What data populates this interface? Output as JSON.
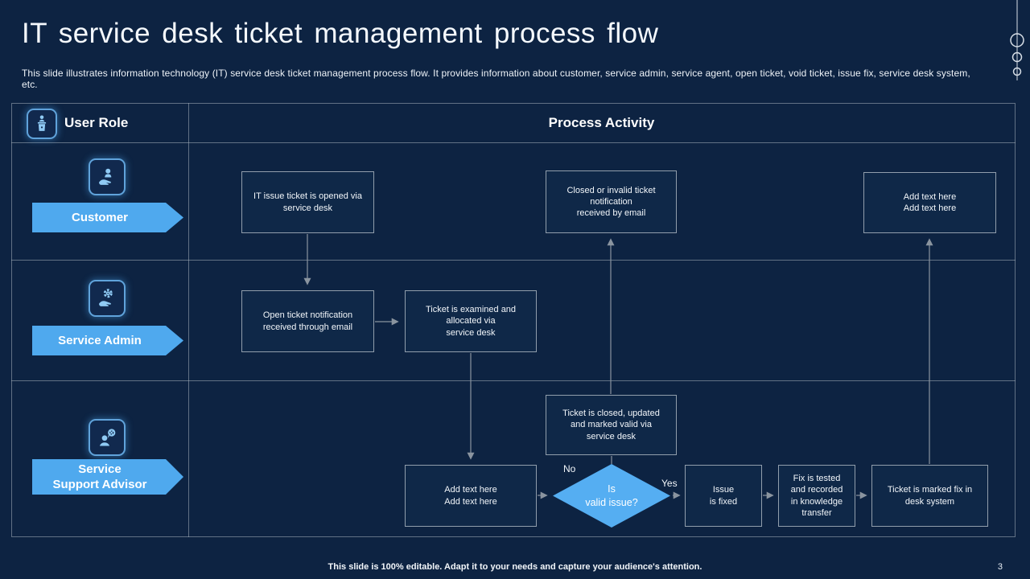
{
  "slide": {
    "title": "IT service desk ticket management process flow",
    "subtitle": "This slide illustrates information technology (IT) service desk ticket management process flow. It provides information about customer, service admin, service agent, open ticket, void ticket,  issue fix, service desk system, etc.",
    "footer_note": "This slide is 100% editable. Adapt it to your needs and capture your audience's attention.",
    "page_number": "3"
  },
  "swimlane": {
    "headers": {
      "role": "User Role",
      "role_icon": "podium-user-icon",
      "activity": "Process Activity"
    },
    "lanes": [
      {
        "label": "Customer",
        "icon": "customer-care-icon"
      },
      {
        "label": "Service Admin",
        "icon": "hand-gear-icon"
      },
      {
        "label": "Service\nSupport Advisor",
        "icon": "support-advisor-icon"
      }
    ]
  },
  "flow": {
    "boxes": {
      "open_ticket": "IT issue ticket is opened via\nservice desk",
      "closed_notification": "Closed or invalid ticket\nnotification\nreceived by email",
      "add_text_top": "Add text here\nAdd text here",
      "open_notification": "Open ticket notification\nreceived through email",
      "examined": "Ticket is examined and\nallocated via\nservice desk",
      "ticket_closed": "Ticket is closed, updated\nand marked valid via\nservice desk",
      "add_text_bottom": "Add text here\nAdd text here",
      "issue_fixed": "Issue\nis fixed",
      "fix_tested": "Fix is tested\nand recorded\nin knowledge\ntransfer",
      "ticket_marked": "Ticket is marked  fix in\ndesk system"
    },
    "decision": {
      "question": "Is\nvalid issue?",
      "no_label": "No",
      "yes_label": "Yes"
    }
  },
  "colors": {
    "background": "#0d2342",
    "accent_blue": "#4fa9ee",
    "diamond_blue": "#55aef2",
    "box_fill": "#0f2848",
    "box_border": "#a9b2bc",
    "connector_gray": "#8a949f",
    "text_white": "#ffffff"
  }
}
